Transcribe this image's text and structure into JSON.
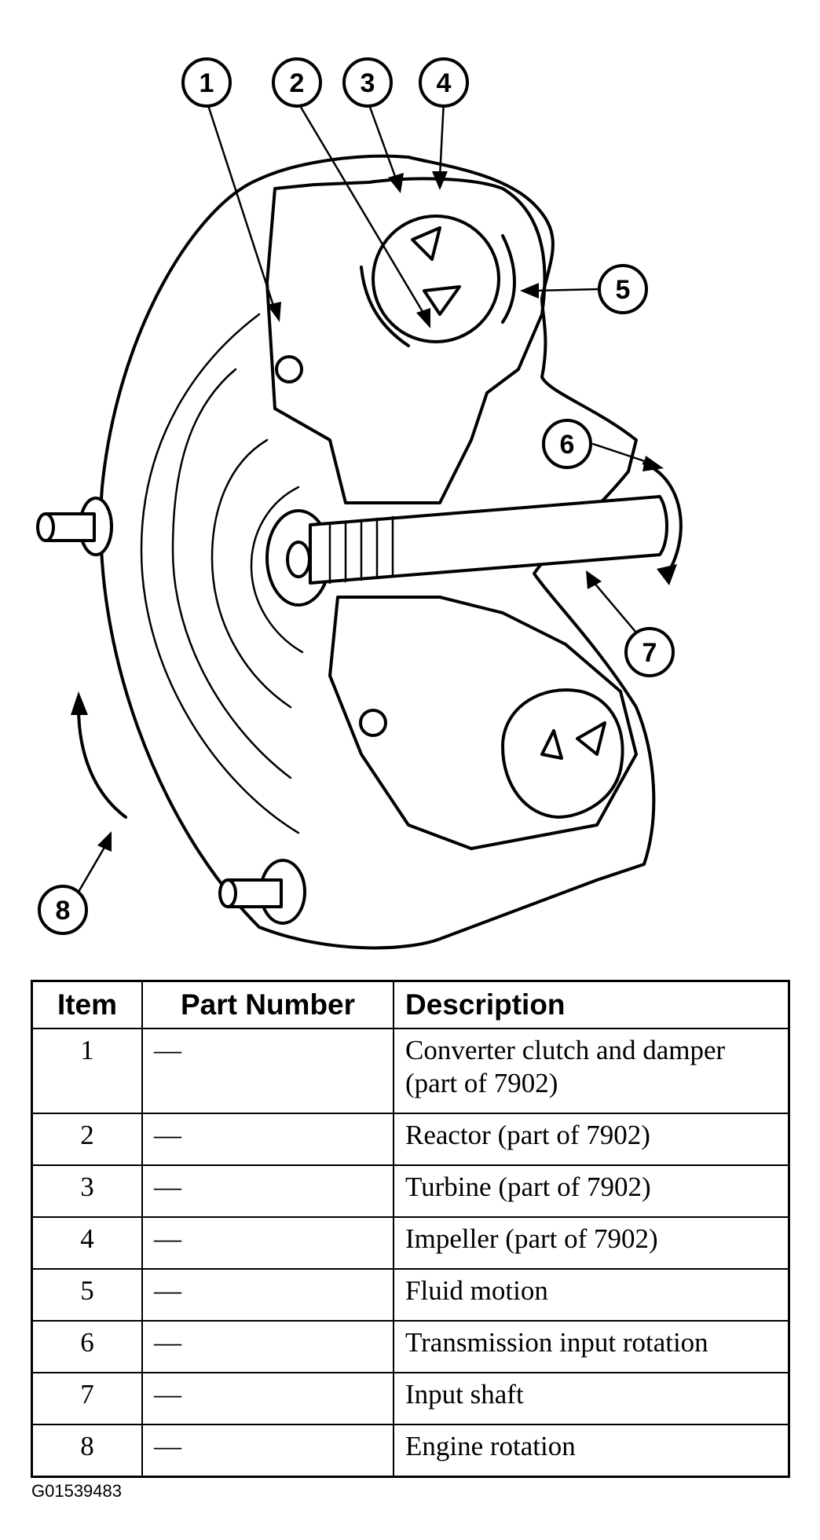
{
  "callouts": [
    "1",
    "2",
    "3",
    "4",
    "5",
    "6",
    "7",
    "8"
  ],
  "table": {
    "headers": {
      "item": "Item",
      "part_number": "Part Number",
      "description": "Description"
    },
    "rows": [
      {
        "item": "1",
        "part_number": "—",
        "description": "Converter clutch and damper (part of 7902)"
      },
      {
        "item": "2",
        "part_number": "—",
        "description": "Reactor (part of 7902)"
      },
      {
        "item": "3",
        "part_number": "—",
        "description": "Turbine (part of 7902)"
      },
      {
        "item": "4",
        "part_number": "—",
        "description": "Impeller (part of 7902)"
      },
      {
        "item": "5",
        "part_number": "—",
        "description": "Fluid motion"
      },
      {
        "item": "6",
        "part_number": "—",
        "description": "Transmission input rotation"
      },
      {
        "item": "7",
        "part_number": "—",
        "description": "Input shaft"
      },
      {
        "item": "8",
        "part_number": "—",
        "description": "Engine rotation"
      }
    ]
  },
  "figure_id": "G01539483"
}
